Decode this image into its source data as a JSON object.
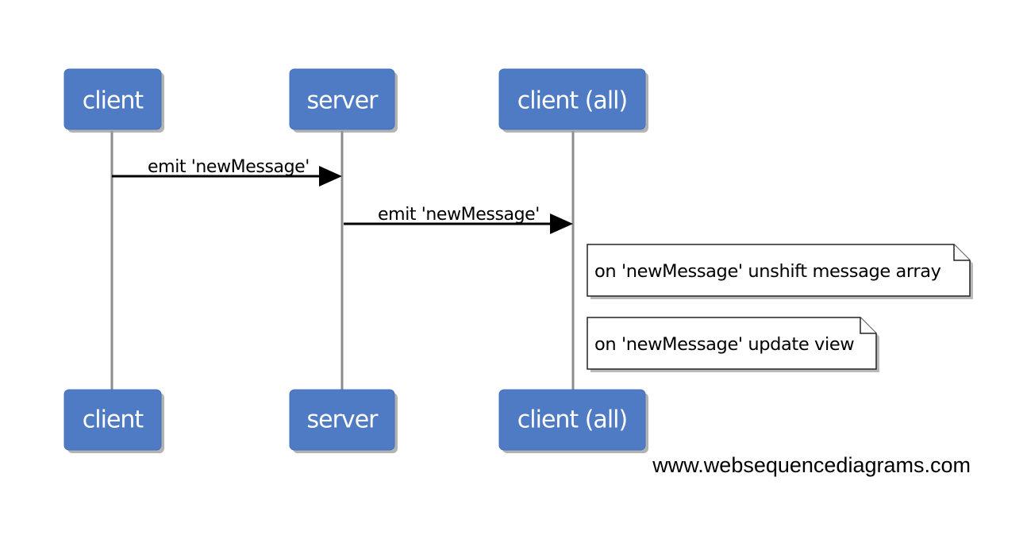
{
  "participants": [
    {
      "id": "client",
      "label": "client"
    },
    {
      "id": "server",
      "label": "server"
    },
    {
      "id": "client_all",
      "label": "client (all)"
    }
  ],
  "messages": [
    {
      "from": "client",
      "to": "server",
      "label": "emit 'newMessage'"
    },
    {
      "from": "server",
      "to": "client_all",
      "label": "emit 'newMessage'"
    }
  ],
  "notes": [
    {
      "participant": "client_all",
      "position": "right of",
      "text": "on 'newMessage' unshift message array"
    },
    {
      "participant": "client_all",
      "position": "right of",
      "text": "on 'newMessage' update view"
    }
  ],
  "watermark": "www.websequencediagrams.com",
  "colors": {
    "participant_fill": "#4f7ac4",
    "participant_text": "#ffffff",
    "lifeline": "#8c8c8c",
    "arrow": "#000000",
    "note_fill": "#ffffff"
  }
}
